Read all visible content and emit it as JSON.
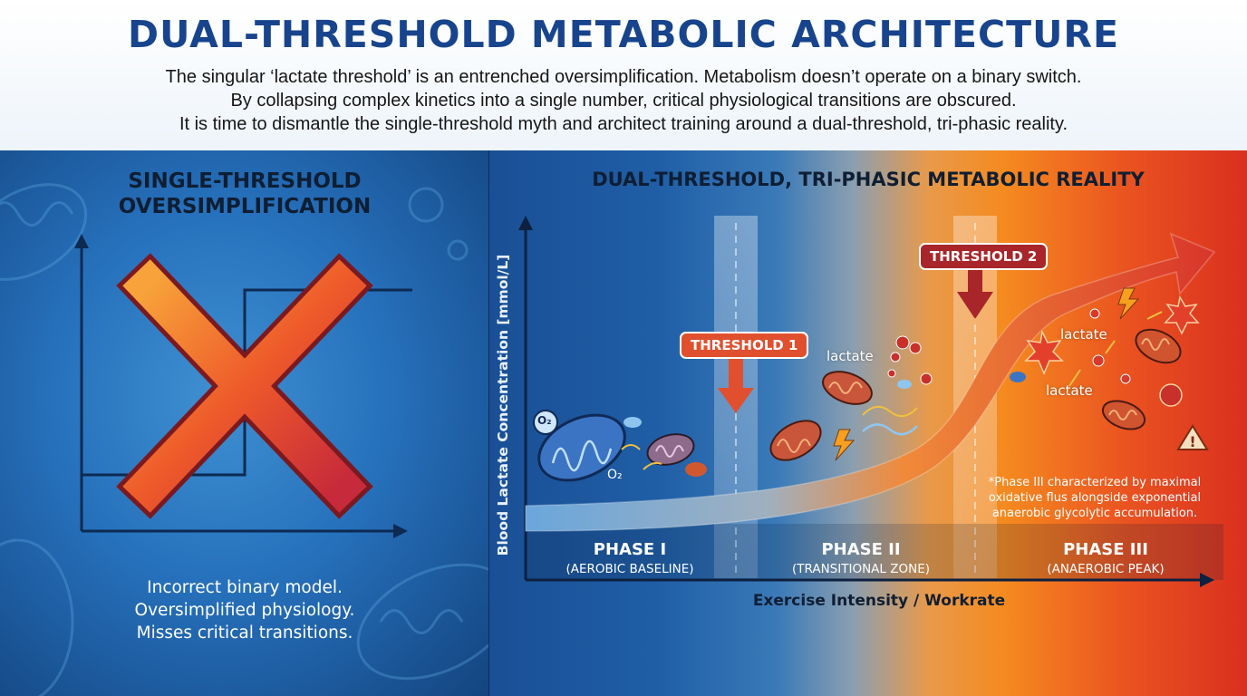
{
  "header": {
    "title": "DUAL-THRESHOLD METABOLIC ARCHITECTURE",
    "subtitle_lines": [
      "The singular ‘lactate threshold’ is an entrenched oversimplification. Metabolism doesn’t operate on a binary switch.",
      "By collapsing complex kinetics into a single number, critical physiological transitions are obscured.",
      "It is time to dismantle the single-threshold myth and architect training around a dual-threshold, tri-phasic reality."
    ]
  },
  "left_panel": {
    "heading_lines": [
      "SINGLE-THRESHOLD",
      "OVERSIMPLIFICATION"
    ],
    "caption_lines": [
      "Incorrect binary model.",
      "Oversimplified physiology.",
      "Misses critical transitions."
    ]
  },
  "right_panel": {
    "heading": "DUAL-THRESHOLD, TRI-PHASIC METABOLIC REALITY",
    "y_axis_label": "Blood Lactate Concentration [mmol/L]",
    "x_axis_label": "Exercise Intensity / Workrate",
    "threshold_1": "THRESHOLD 1",
    "threshold_2": "THRESHOLD 2",
    "phases": [
      {
        "name": "PHASE I",
        "desc": "(AEROBIC BASELINE)"
      },
      {
        "name": "PHASE II",
        "desc": "(TRANSITIONAL ZONE)"
      },
      {
        "name": "PHASE III",
        "desc": "(ANAEROBIC PEAK)"
      }
    ],
    "lactate_labels": [
      "lactate",
      "lactate",
      "lactate"
    ],
    "o2_labels": [
      "O₂",
      "O₂"
    ],
    "note_lines": [
      "*Phase III characterized by maximal",
      "oxidative flus alongside exponential",
      "anaerobic glycolytic accumulation."
    ]
  },
  "colors": {
    "title_blue": "#17448c",
    "threshold_red": "#e0502f",
    "threshold2_red": "#a8262a",
    "curve_orange": "#f06a2a",
    "x_mark_orange": "#f38a2a"
  },
  "icons": [
    "mitochondrion-icon",
    "oxygen-molecule-icon",
    "lightning-icon",
    "warning-icon",
    "burst-icon",
    "molecule-cluster-icon"
  ]
}
